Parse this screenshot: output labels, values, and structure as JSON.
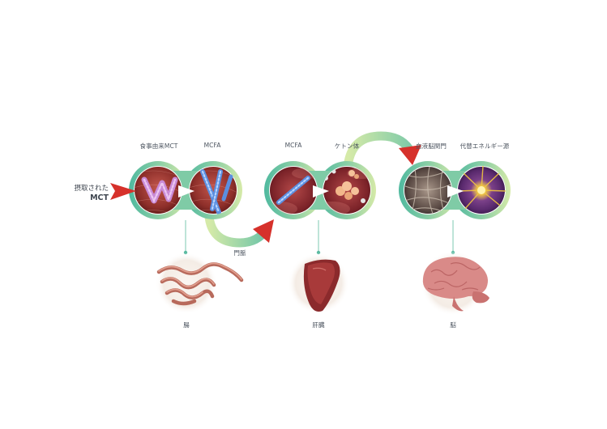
{
  "intake": {
    "line1": "摂取された",
    "line2": "MCT"
  },
  "stages": [
    {
      "left_label": "食事由来MCT",
      "right_label": "MCFA",
      "organ_label": "腸"
    },
    {
      "left_label": "MCFA",
      "right_label": "ケトン体",
      "organ_label": "肝臓"
    },
    {
      "left_label": "血液脳関門",
      "right_label": "代替エネルギー源",
      "organ_label": "脳"
    }
  ],
  "connectors": {
    "portal_vein": "門脈"
  },
  "colors": {
    "ring_dark": "#5cbfa6",
    "ring_light": "#cfe6a6",
    "arrow_red": "#d6312b",
    "stem_teal": "#58b9a0"
  }
}
